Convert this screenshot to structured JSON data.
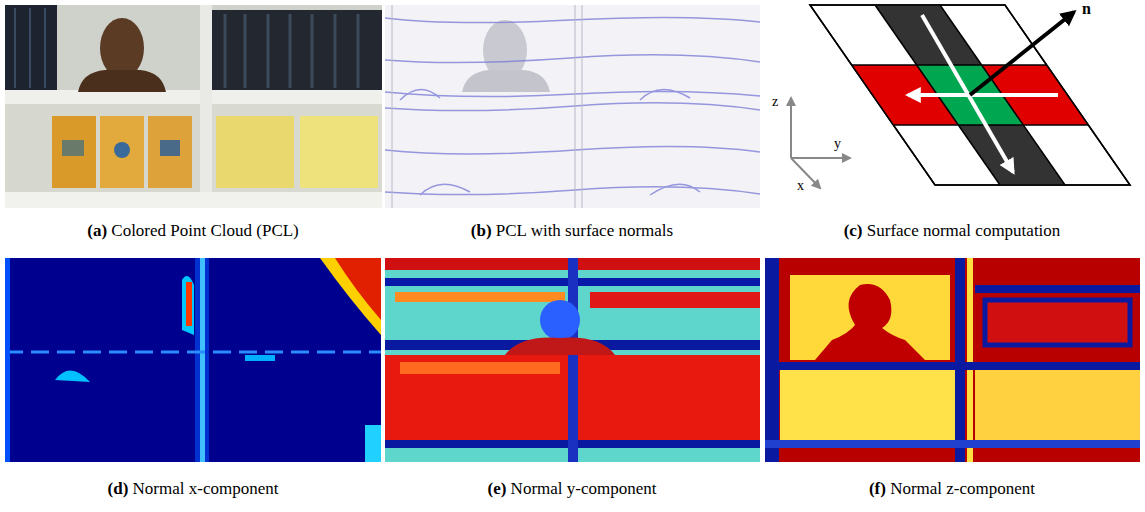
{
  "diagram": {
    "labels": [
      "n",
      "z",
      "y",
      "x",
      "(a) Colored Point Cloud (PCL)",
      "(b) PCL with surface normals",
      "(c) Surface normal computation",
      "(d) Normal x-component",
      "(e) Normal y-component",
      "(f) Normal z-component"
    ]
  }
}
